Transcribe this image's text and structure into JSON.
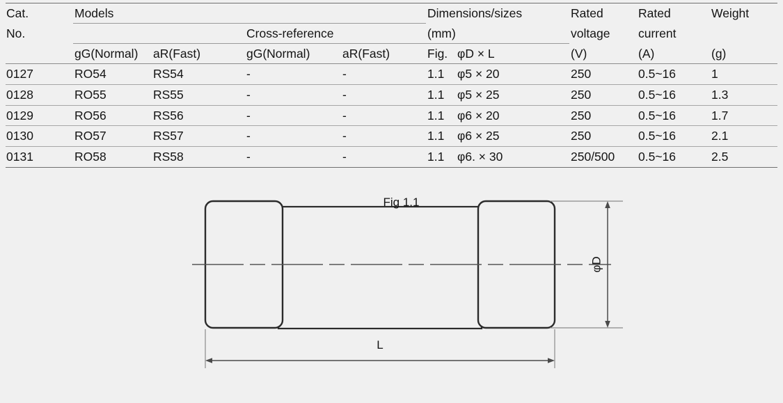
{
  "table": {
    "group_headers": {
      "cat_no_line1": "Cat.",
      "cat_no_line2": "No.",
      "models": "Models",
      "cross_reference": "Cross-reference",
      "dimensions_line1": "Dimensions/sizes",
      "dimensions_line2": "(mm)",
      "rated_voltage_line1": "Rated",
      "rated_voltage_line2": "voltage",
      "rated_current_line1": "Rated",
      "rated_current_line2": "current",
      "weight_line1": "Weight"
    },
    "sub_headers": {
      "models_gg": "gG(Normal)",
      "models_ar": "aR(Fast)",
      "xref_gg": "gG(Normal)",
      "xref_ar": "aR(Fast)",
      "fig": "Fig.",
      "dim": "φD × L",
      "voltage_unit": "(V)",
      "current_unit": "(A)",
      "weight_unit": "(g)"
    },
    "rows": [
      {
        "cat_no": "0127",
        "models_gg": "RO54",
        "models_ar": "RS54",
        "xref_gg": "-",
        "xref_ar": "-",
        "fig": "1.1",
        "dim": "φ5 × 20",
        "voltage": "250",
        "current": "0.5~16",
        "weight": "1"
      },
      {
        "cat_no": "0128",
        "models_gg": "RO55",
        "models_ar": "RS55",
        "xref_gg": "-",
        "xref_ar": "-",
        "fig": "1.1",
        "dim": "φ5 × 25",
        "voltage": "250",
        "current": "0.5~16",
        "weight": "1.3"
      },
      {
        "cat_no": "0129",
        "models_gg": "RO56",
        "models_ar": "RS56",
        "xref_gg": "-",
        "xref_ar": "-",
        "fig": "1.1",
        "dim": "φ6 × 20",
        "voltage": "250",
        "current": "0.5~16",
        "weight": "1.7"
      },
      {
        "cat_no": "0130",
        "models_gg": "RO57",
        "models_ar": "RS57",
        "xref_gg": "-",
        "xref_ar": "-",
        "fig": "1.1",
        "dim": "φ6 × 25",
        "voltage": "250",
        "current": "0.5~16",
        "weight": "2.1"
      },
      {
        "cat_no": "0131",
        "models_gg": "RO58",
        "models_ar": "RS58",
        "xref_gg": "-",
        "xref_ar": "-",
        "fig": "1.1",
        "dim": "φ6. × 30",
        "voltage": "250/500",
        "current": "0.5~16",
        "weight": "2.5"
      }
    ]
  },
  "drawing": {
    "caption": "Fig 1.1",
    "length_label": "L",
    "diameter_label": "φD"
  },
  "colors": {
    "background": "#f0f0f0",
    "text": "#141414",
    "rule_strong": "#6f6f6f",
    "rule_light": "#a6a6a6",
    "outline": "#2b2b2b",
    "dimension_line": "#4a4a4a"
  }
}
